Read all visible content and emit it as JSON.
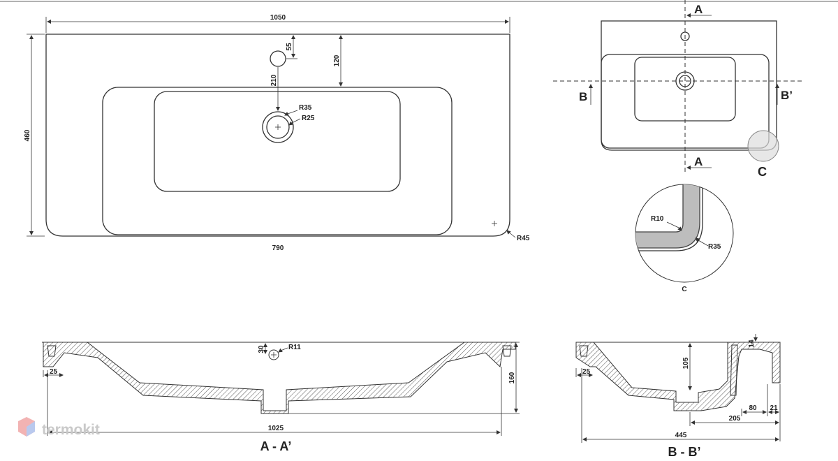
{
  "top_view": {
    "width_label": "1050",
    "height_label": "460",
    "inner_width_label": "790",
    "tap_offset_label": "55",
    "rim_depth_label": "120",
    "drain_offset_label": "210",
    "drain_outer_radius_label": "R35",
    "drain_inner_radius_label": "R25",
    "corner_radius_label": "R45"
  },
  "section_aa": {
    "title": "A - A’",
    "length_label": "1025",
    "depth_label": "160",
    "edge_label": "25",
    "overflow_offset_label": "30",
    "overflow_radius_label": "R11"
  },
  "side_view": {
    "marker_a_top": "A",
    "marker_a_bottom": "A",
    "marker_b_left": "B",
    "marker_b_right": "B’",
    "detail_marker": "C"
  },
  "detail_c": {
    "inner_radius_label": "R10",
    "outer_radius_label": "R35",
    "caption": "C"
  },
  "section_bb": {
    "title": "B - B’",
    "depth_label": "445",
    "bowl_depth_label": "105",
    "edge_label": "25",
    "rim_label": "14",
    "drain_width_label": "80",
    "wall_label": "21",
    "drain_offset_label": "205"
  },
  "watermark": {
    "text": "termokit"
  }
}
